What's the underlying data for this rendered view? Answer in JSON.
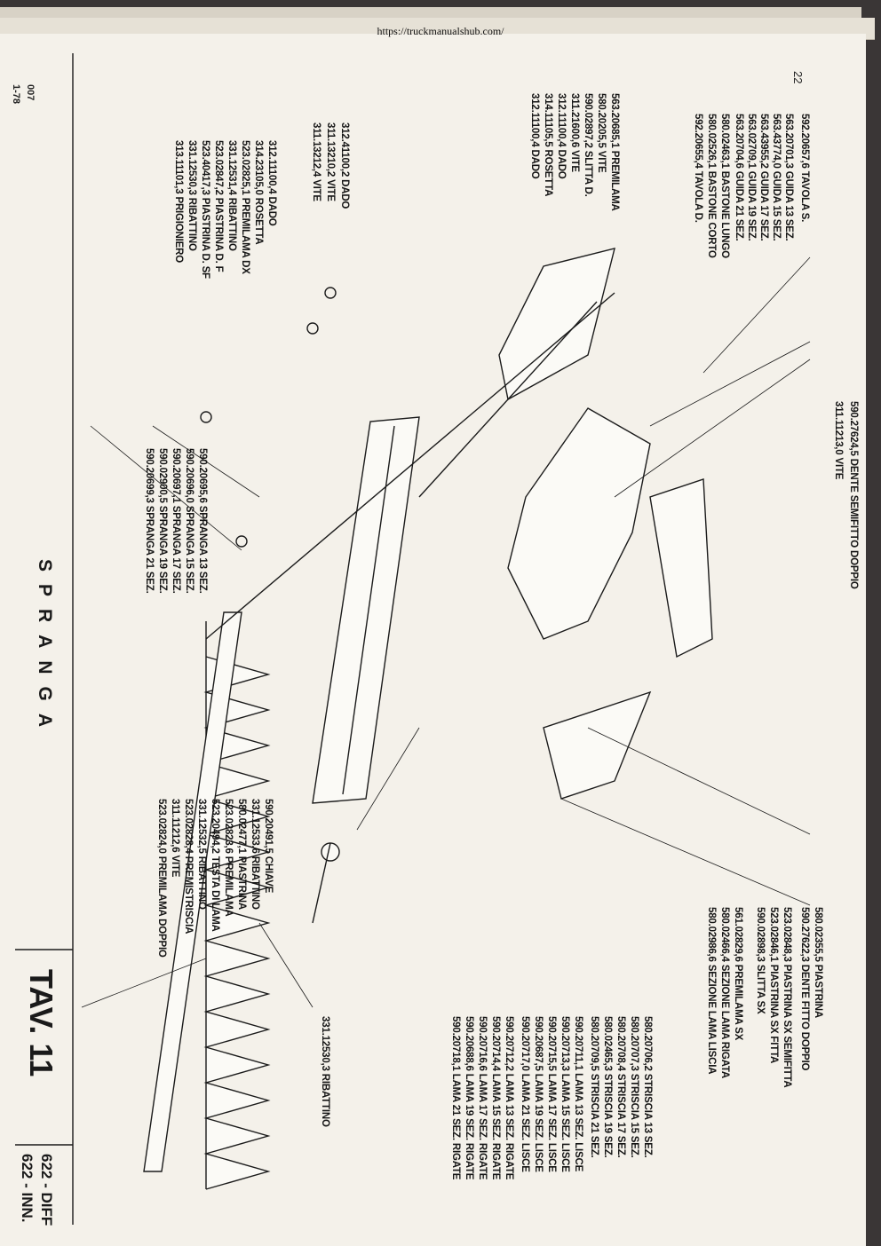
{
  "url": "https://truckmanualshub.com/",
  "page_number": "22",
  "title": "SPRANGA",
  "plate": "TAV. 11",
  "codes": [
    "622 - DIFF",
    "622 - INN."
  ],
  "doc_ref": [
    "007",
    "1-78"
  ],
  "parts": [
    {
      "id": "p01",
      "text": "592.20657,6 TAVOLA S."
    },
    {
      "id": "p02",
      "text": "563.20701,3 GUIDA 13 SEZ."
    },
    {
      "id": "p03",
      "text": "563.43774,0 GUIDA 15 SEZ."
    },
    {
      "id": "p04",
      "text": "563.43955,2 GUIDA 17 SEZ."
    },
    {
      "id": "p05",
      "text": "563.02709,1 GUIDA 19 SEZ."
    },
    {
      "id": "p06",
      "text": "563.20704,6 GUIDA 21 SEZ."
    },
    {
      "id": "p07",
      "text": "580.02463,1 BASTONE LUNGO"
    },
    {
      "id": "p08",
      "text": "580.02526,1 BASTONE CORTO"
    },
    {
      "id": "p09",
      "text": "592.20655,4 TAVOLA D."
    },
    {
      "id": "p10",
      "text": "563.20685,1 PREMILAMA"
    },
    {
      "id": "p11",
      "text": "580.20205,5 VITE"
    },
    {
      "id": "p12",
      "text": "590.02897,2 SLITTA D."
    },
    {
      "id": "p13",
      "text": "311.21600,6 VITE"
    },
    {
      "id": "p14",
      "text": "312.11100,4 DADO"
    },
    {
      "id": "p15",
      "text": "314.11105,5 ROSETTA"
    },
    {
      "id": "p16",
      "text": "312.11100,4 DADO"
    },
    {
      "id": "p17",
      "text": "312.41100,2 DADO"
    },
    {
      "id": "p18",
      "text": "311.13210,2 VITE"
    },
    {
      "id": "p19",
      "text": "311.13212,4 VITE"
    },
    {
      "id": "p20",
      "text": "312.11100,4 DADO"
    },
    {
      "id": "p21",
      "text": "314.23105,0 ROSETTA"
    },
    {
      "id": "p22",
      "text": "523.02825,1 PREMILAMA DX"
    },
    {
      "id": "p23",
      "text": "331.12531,4 RIBATTINO"
    },
    {
      "id": "p24",
      "text": "523.02847,2 PIASTRINA D. F"
    },
    {
      "id": "p25",
      "text": "523.40417,3 PIASTRINA D. SF"
    },
    {
      "id": "p26",
      "text": "331.12530,3 RIBATTINO"
    },
    {
      "id": "p27",
      "text": "313.11101,3 PRIGIONIERO"
    },
    {
      "id": "p28",
      "text": "590.27624,5 DENTE SEMIFITTO DOPPIO"
    },
    {
      "id": "p29",
      "text": "311.11213,0 VITE"
    },
    {
      "id": "p30",
      "text": "590.20695,6 SPRANGA 13 SEZ."
    },
    {
      "id": "p31",
      "text": "590.20696,0 SPRANGA 15 SEZ."
    },
    {
      "id": "p32",
      "text": "590.20697,1 SPRANGA 17 SEZ."
    },
    {
      "id": "p33",
      "text": "590.02900,5 SPRANGA 19 SEZ."
    },
    {
      "id": "p34",
      "text": "590.20699,3 SPRANGA 21 SEZ."
    },
    {
      "id": "p35",
      "text": "590.20491,5 CHIAVE"
    },
    {
      "id": "p36",
      "text": "331.12533,6 RIBATTINO"
    },
    {
      "id": "p37",
      "text": "580.02477,1 PIASTRINA"
    },
    {
      "id": "p38",
      "text": "523.02823,6 PREMILAMA"
    },
    {
      "id": "p39",
      "text": "523.20494,2 TESTA DI LAMA"
    },
    {
      "id": "p40",
      "text": "331.12532,5 RIBATTINO"
    },
    {
      "id": "p41",
      "text": "523.02828,4 PREMISTRISCIA"
    },
    {
      "id": "p42",
      "text": "311.11212,6 VITE"
    },
    {
      "id": "p43",
      "text": "523.02824,0 PREMILAMA DOPPIO"
    },
    {
      "id": "p44",
      "text": "580.02355,5 PIASTRINA"
    },
    {
      "id": "p45",
      "text": "590.27622,3 DENTE FITTO DOPPIO"
    },
    {
      "id": "p46",
      "text": "523.02848,3 PIASTRINA SX SEMIFITTA"
    },
    {
      "id": "p47",
      "text": "523.02846,1 PIASTRINA SX FITTA"
    },
    {
      "id": "p48",
      "text": "590.02898,3 SLITTA SX"
    },
    {
      "id": "p49",
      "text": "561.02829,6 PREMILAMA SX"
    },
    {
      "id": "p50",
      "text": "580.02466,4 SEZIONE LAMA RIGATA"
    },
    {
      "id": "p51",
      "text": "580.02986,6 SEZIONE LAMA LISCIA"
    },
    {
      "id": "p52",
      "text": "580.20706,2 STRISCIA 13 SEZ."
    },
    {
      "id": "p53",
      "text": "580.20707,3 STRISCIA 15 SEZ."
    },
    {
      "id": "p54",
      "text": "580.20708,4 STRISCIA 17 SEZ."
    },
    {
      "id": "p55",
      "text": "580.02465,3 STRISCIA 19 SEZ."
    },
    {
      "id": "p56",
      "text": "580.20709,5 STRISCIA 21 SEZ."
    },
    {
      "id": "p57",
      "text": "590.20711,1 LAMA 13 SEZ. LISCE"
    },
    {
      "id": "p58",
      "text": "590.20713,3 LAMA 15 SEZ. LISCE"
    },
    {
      "id": "p59",
      "text": "590.20715,5 LAMA 17 SEZ. LISCE"
    },
    {
      "id": "p60",
      "text": "590.20687,5 LAMA 19 SEZ. LISCE"
    },
    {
      "id": "p61",
      "text": "590.20717,0 LAMA 21 SEZ. LISCE"
    },
    {
      "id": "p62",
      "text": "590.20712,2 LAMA 13 SEZ. RIGATE"
    },
    {
      "id": "p63",
      "text": "590.20714,4 LAMA 15 SEZ. RIGATE"
    },
    {
      "id": "p64",
      "text": "590.20716,6 LAMA 17 SEZ. RIGATE"
    },
    {
      "id": "p65",
      "text": "590.20688,6 LAMA 19 SEZ. RIGATE"
    },
    {
      "id": "p66",
      "text": "590.20718,1 LAMA 21 SEZ. RIGATE"
    },
    {
      "id": "p67",
      "text": "331.12530,3 RIBATTINO"
    }
  ]
}
